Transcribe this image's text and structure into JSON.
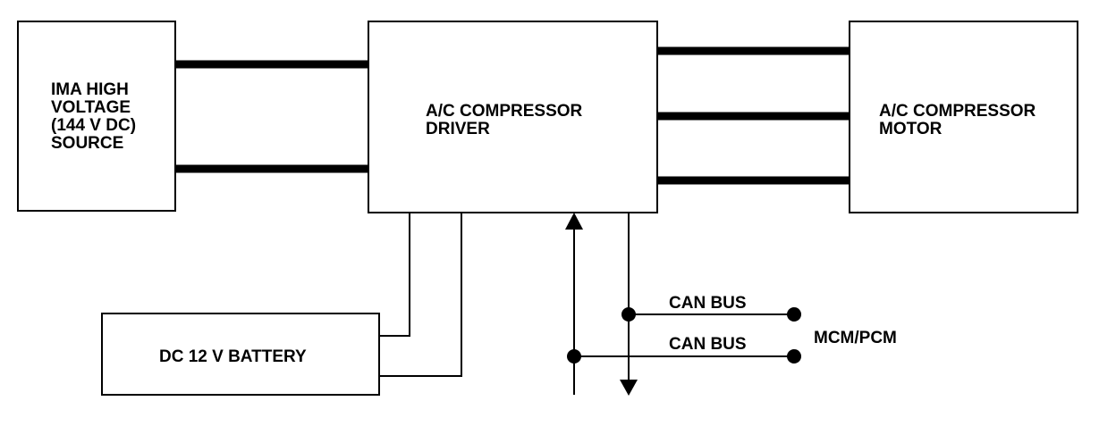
{
  "blocks": {
    "source": {
      "lines": [
        "IMA HIGH",
        "VOLTAGE",
        "(144 V DC)",
        "SOURCE"
      ]
    },
    "driver": {
      "lines": [
        "A/C COMPRESSOR",
        "DRIVER"
      ]
    },
    "motor": {
      "lines": [
        "A/C COMPRESSOR",
        "MOTOR"
      ]
    },
    "battery": {
      "lines": [
        "DC 12 V BATTERY"
      ]
    }
  },
  "bus_labels": {
    "can_bus_upper": "CAN BUS",
    "can_bus_lower": "CAN BUS",
    "destination": "MCM/PCM"
  }
}
